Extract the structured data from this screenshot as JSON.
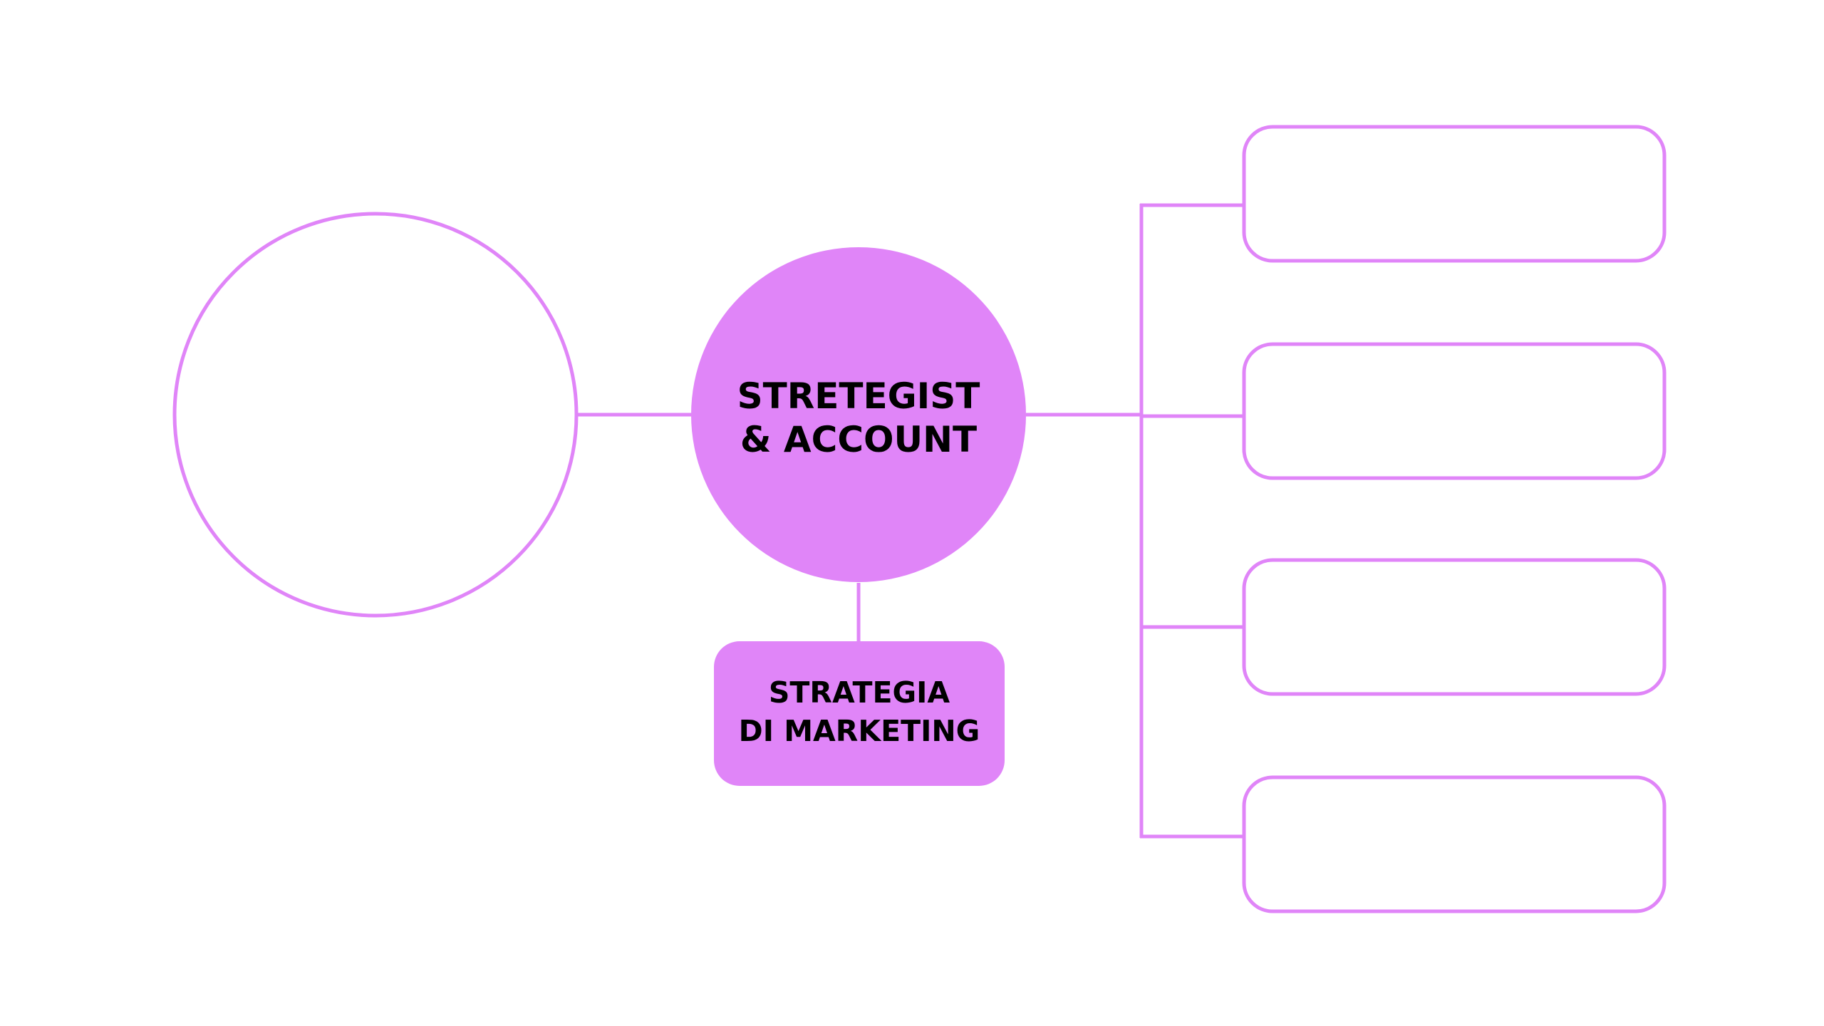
{
  "diagram": {
    "center_node": {
      "line1": "STRETEGIST",
      "line2": "& ACCOUNT"
    },
    "bottom_node": {
      "line1": "STRATEGIA",
      "line2": "DI MARKETING"
    },
    "left_node": {
      "label": ""
    },
    "right_nodes": [
      {
        "label": ""
      },
      {
        "label": ""
      },
      {
        "label": ""
      },
      {
        "label": ""
      }
    ],
    "colors": {
      "accent": "#e085f8",
      "text": "#000000",
      "background": "#ffffff"
    }
  }
}
